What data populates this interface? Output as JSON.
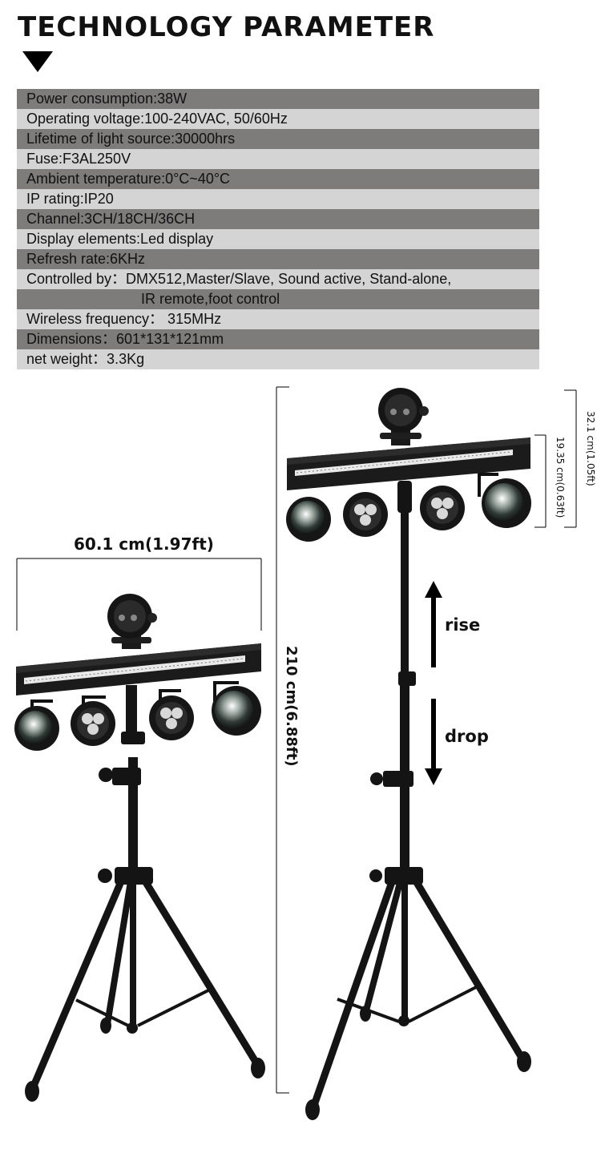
{
  "heading": {
    "title": "TECHNOLOGY PARAMETER"
  },
  "specs": [
    {
      "text": "Power consumption:38W"
    },
    {
      "text": "Operating voltage:100-240VAC,  50/60Hz"
    },
    {
      "text": "Lifetime of light source:30000hrs"
    },
    {
      "text": "Fuse:F3AL250V"
    },
    {
      "text": "Ambient temperature:0°C~40°C"
    },
    {
      "text": "IP rating:IP20"
    },
    {
      "text": "Channel:3CH/18CH/36CH"
    },
    {
      "text": "Display elements:Led display"
    },
    {
      "text": "Refresh rate:6KHz"
    },
    {
      "text": "Controlled by：DMX512,Master/Slave, Sound active, Stand-alone,"
    },
    {
      "text": "IR remote,foot control"
    },
    {
      "text": "Wireless frequency： 315MHz"
    },
    {
      "text": "Dimensions：601*131*121mm"
    },
    {
      "text": "net weight：3.3Kg"
    }
  ],
  "dimensions": {
    "width": "60.1 cm(1.97ft)",
    "height": "210 cm(6.88ft)",
    "head_total": "32.1 cm(1.05ft)",
    "bar_height": "19.35 cm(0.63ft)",
    "rise": "rise",
    "drop": "drop"
  }
}
